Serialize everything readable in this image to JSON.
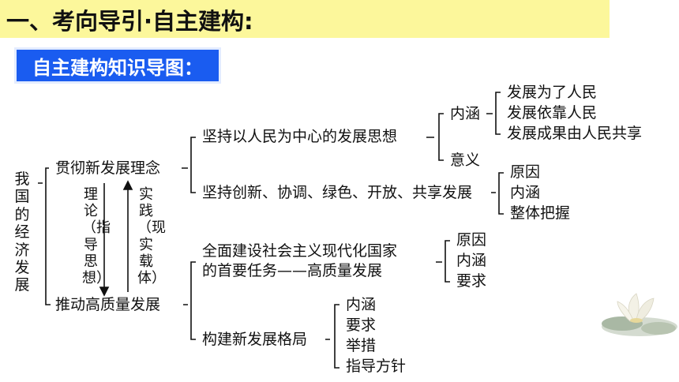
{
  "header": {
    "title": "一、考向导引·自主建构:"
  },
  "badge": {
    "label": "自主建构知识导图："
  },
  "map": {
    "root": "我国的经济发展",
    "branch1": {
      "label": "贯彻新发展理念",
      "sub1": {
        "label": "坚持以人民为中心的发展思想",
        "neihan": "内涵",
        "neihan_items": [
          "发展为了人民",
          "发展依靠人民",
          "发展成果由人民共享"
        ],
        "yiyi": "意义"
      },
      "sub2": {
        "label": "坚持创新、协调、绿色、开放、共享发展",
        "items": [
          "原因",
          "内涵",
          "整体把握"
        ]
      }
    },
    "arrows": {
      "down_label": "理论（指导思想）",
      "up_label": "实践（现实载体）"
    },
    "branch2": {
      "label": "推动高质量发展",
      "sub1": {
        "line1": "全面建设社会主义现代化国家",
        "line2": "的首要任务——高质量发展",
        "items": [
          "原因",
          "内涵",
          "要求"
        ]
      },
      "sub2": {
        "label": "构建新发展格局",
        "items": [
          "内涵",
          "要求",
          "举措",
          "指导方针"
        ]
      }
    }
  }
}
